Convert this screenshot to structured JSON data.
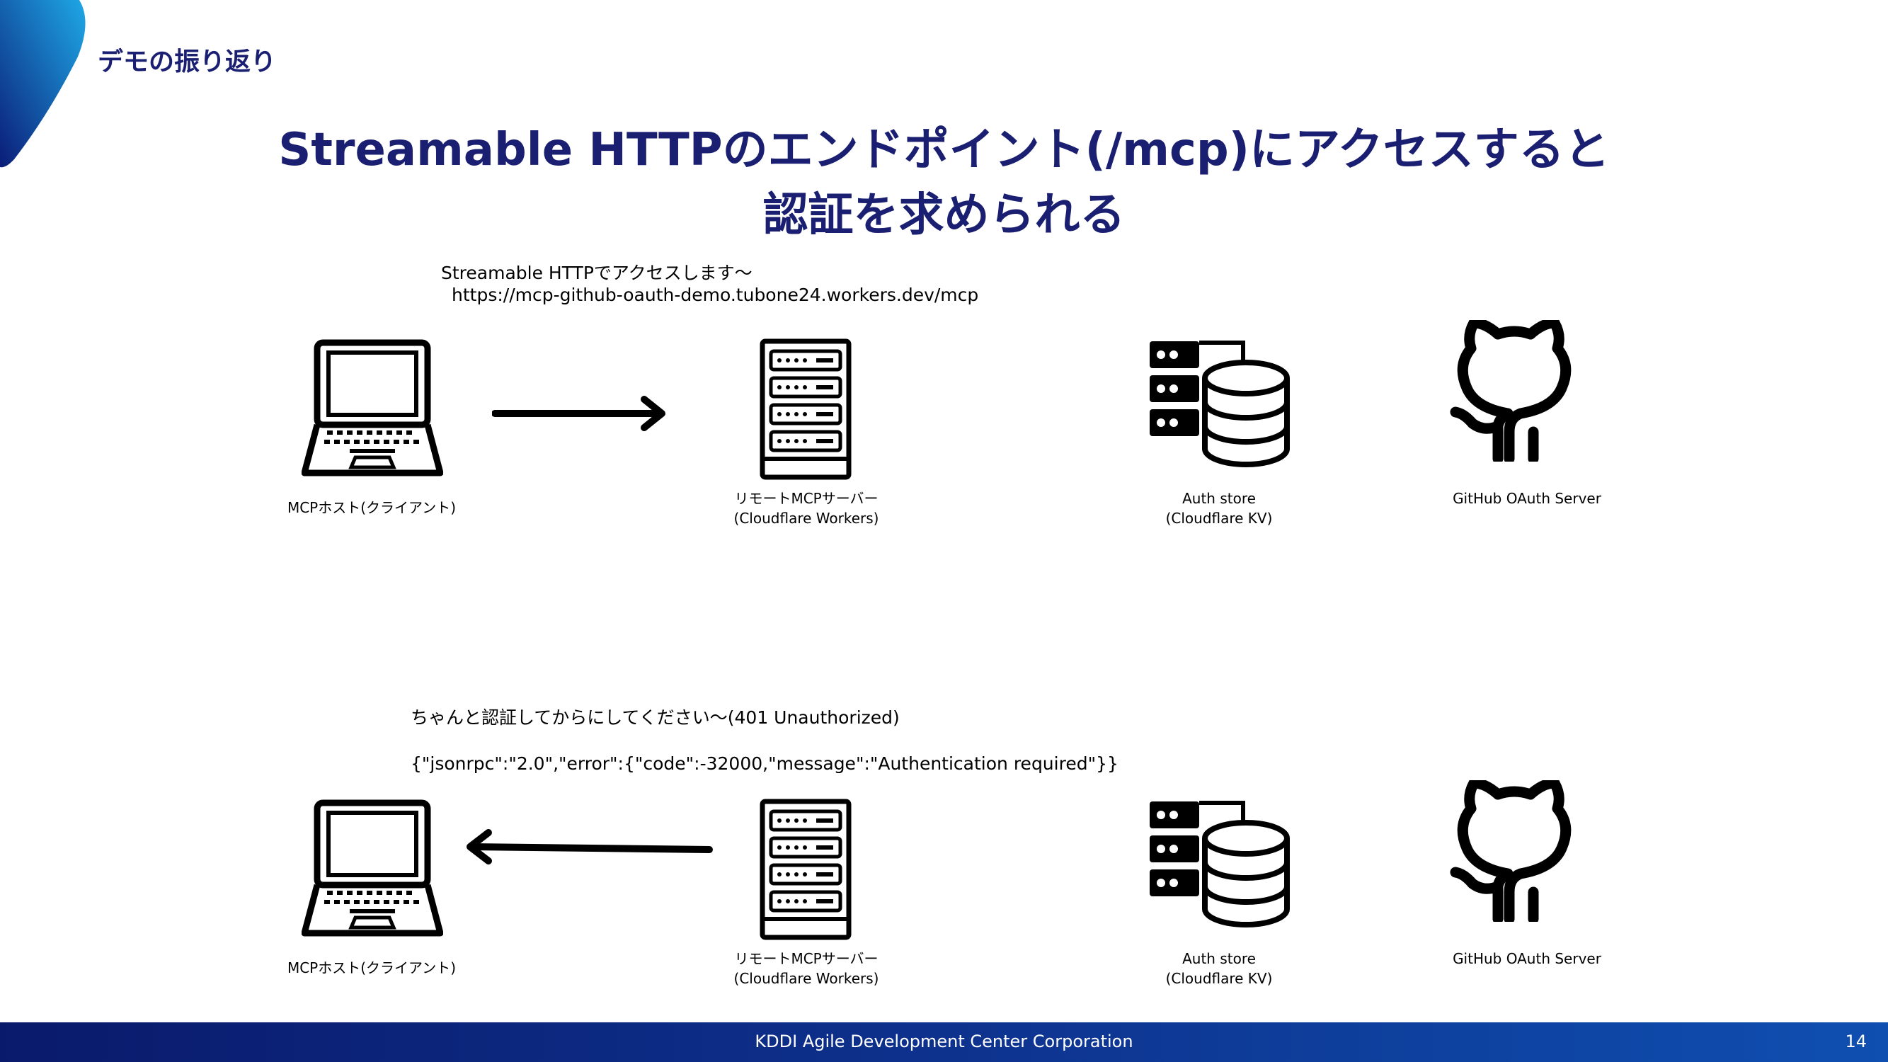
{
  "slide": {
    "section_title": "デモの振り返り",
    "title_line1": "Streamable HTTPのエンドポイント(/mcp)にアクセスすると",
    "title_line2": "認証を求められる"
  },
  "top_row": {
    "request_line1": "Streamable HTTPでアクセスします〜",
    "request_line2": "https://mcp-github-oauth-demo.tubone24.workers.dev/mcp",
    "host_label": "MCPホスト(クライアント)",
    "server_label1": "リモートMCPサーバー",
    "server_label2": "(Cloudflare Workers)",
    "store_label1": "Auth store",
    "store_label2": "(Cloudflare KV)",
    "github_label": "GitHub OAuth Server"
  },
  "bottom_row": {
    "response_line1": "ちゃんと認証してからにしてください〜(401 Unauthorized)",
    "response_line2": "{\"jsonrpc\":\"2.0\",\"error\":{\"code\":-32000,\"message\":\"Authentication required\"}}",
    "host_label": "MCPホスト(クライアント)",
    "server_label1": "リモートMCPサーバー",
    "server_label2": "(Cloudflare Workers)",
    "store_label1": "Auth store",
    "store_label2": "(Cloudflare KV)",
    "github_label": "GitHub OAuth Server"
  },
  "footer": {
    "company": "KDDI Agile Development Center Corporation",
    "page_number": "14"
  },
  "icons": [
    "laptop-icon",
    "server-rack-icon",
    "database-server-icon",
    "github-icon",
    "arrow-right-icon",
    "arrow-left-icon"
  ],
  "colors": {
    "title": "#1a1f71",
    "footer_start": "#0a1a6b",
    "footer_end": "#0f4fb0",
    "corner_start": "#0b1d78",
    "corner_end": "#1e9de0"
  }
}
